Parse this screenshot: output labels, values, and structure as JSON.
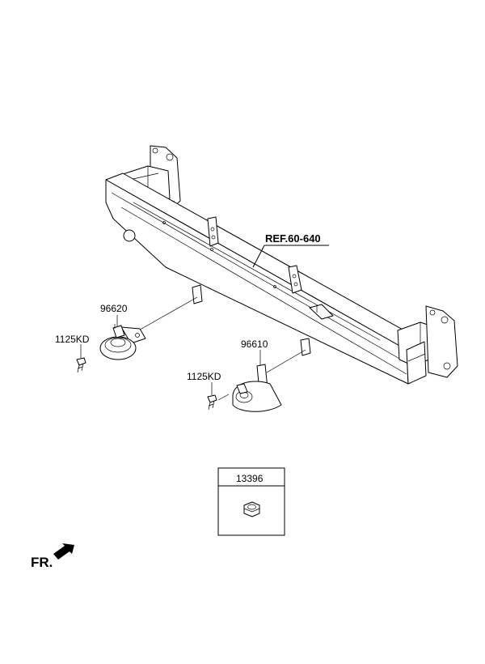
{
  "callouts": {
    "ref": "REF.60-640",
    "horn_left": "96620",
    "bolt_left": "1125KD",
    "horn_right": "96610",
    "bolt_right": "1125KD"
  },
  "legend_box": {
    "part_number": "13396"
  },
  "direction": {
    "label": "FR."
  }
}
